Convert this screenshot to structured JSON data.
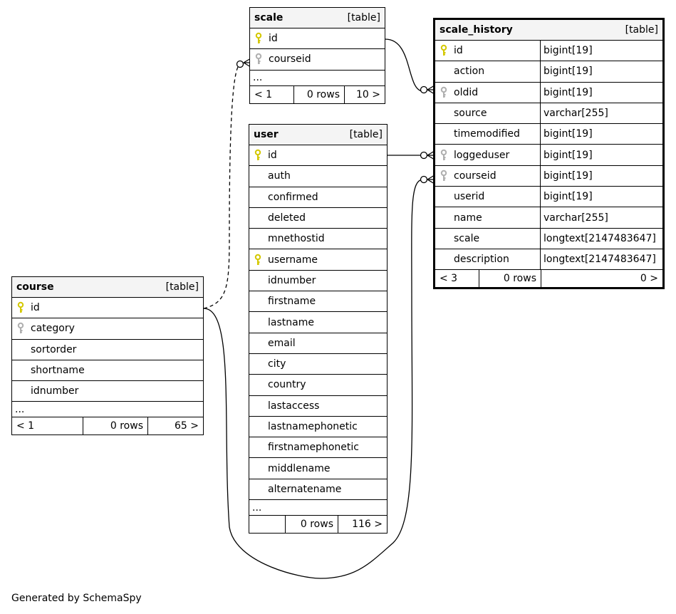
{
  "tables": {
    "scale": {
      "name": "scale",
      "kind": "[table]",
      "rows": [
        {
          "col": "id",
          "key": "primary"
        },
        {
          "col": "courseid",
          "key": "foreign"
        }
      ],
      "more": "...",
      "footer": {
        "parents": "< 1",
        "rows": "0 rows",
        "children": "10 >"
      }
    },
    "scale_history": {
      "name": "scale_history",
      "kind": "[table]",
      "rows": [
        {
          "col": "id",
          "type": "bigint[19]",
          "key": "primary"
        },
        {
          "col": "action",
          "type": "bigint[19]",
          "key": "none"
        },
        {
          "col": "oldid",
          "type": "bigint[19]",
          "key": "foreign"
        },
        {
          "col": "source",
          "type": "varchar[255]",
          "key": "none"
        },
        {
          "col": "timemodified",
          "type": "bigint[19]",
          "key": "none"
        },
        {
          "col": "loggeduser",
          "type": "bigint[19]",
          "key": "foreign"
        },
        {
          "col": "courseid",
          "type": "bigint[19]",
          "key": "foreign"
        },
        {
          "col": "userid",
          "type": "bigint[19]",
          "key": "none"
        },
        {
          "col": "name",
          "type": "varchar[255]",
          "key": "none"
        },
        {
          "col": "scale",
          "type": "longtext[2147483647]",
          "key": "none"
        },
        {
          "col": "description",
          "type": "longtext[2147483647]",
          "key": "none"
        }
      ],
      "footer": {
        "parents": "< 3",
        "rows": "0 rows",
        "children": "0 >"
      }
    },
    "user": {
      "name": "user",
      "kind": "[table]",
      "rows": [
        {
          "col": "id",
          "key": "primary"
        },
        {
          "col": "auth",
          "key": "none"
        },
        {
          "col": "confirmed",
          "key": "none"
        },
        {
          "col": "deleted",
          "key": "none"
        },
        {
          "col": "mnethostid",
          "key": "none"
        },
        {
          "col": "username",
          "key": "primary"
        },
        {
          "col": "idnumber",
          "key": "none"
        },
        {
          "col": "firstname",
          "key": "none"
        },
        {
          "col": "lastname",
          "key": "none"
        },
        {
          "col": "email",
          "key": "none"
        },
        {
          "col": "city",
          "key": "none"
        },
        {
          "col": "country",
          "key": "none"
        },
        {
          "col": "lastaccess",
          "key": "none"
        },
        {
          "col": "lastnamephonetic",
          "key": "none"
        },
        {
          "col": "firstnamephonetic",
          "key": "none"
        },
        {
          "col": "middlename",
          "key": "none"
        },
        {
          "col": "alternatename",
          "key": "none"
        }
      ],
      "more": "...",
      "footer": {
        "parents": "",
        "rows": "0 rows",
        "children": "116 >"
      }
    },
    "course": {
      "name": "course",
      "kind": "[table]",
      "rows": [
        {
          "col": "id",
          "key": "primary"
        },
        {
          "col": "category",
          "key": "foreign"
        },
        {
          "col": "sortorder",
          "key": "none"
        },
        {
          "col": "shortname",
          "key": "none"
        },
        {
          "col": "idnumber",
          "key": "none"
        }
      ],
      "more": "...",
      "footer": {
        "parents": "< 1",
        "rows": "0 rows",
        "children": "65 >"
      }
    }
  },
  "colors": {
    "primary_key": "#d4c800",
    "foreign_key": "#b0b0b0",
    "header_bg": "#f4f4f4"
  },
  "generated_by": "Generated by SchemaSpy"
}
